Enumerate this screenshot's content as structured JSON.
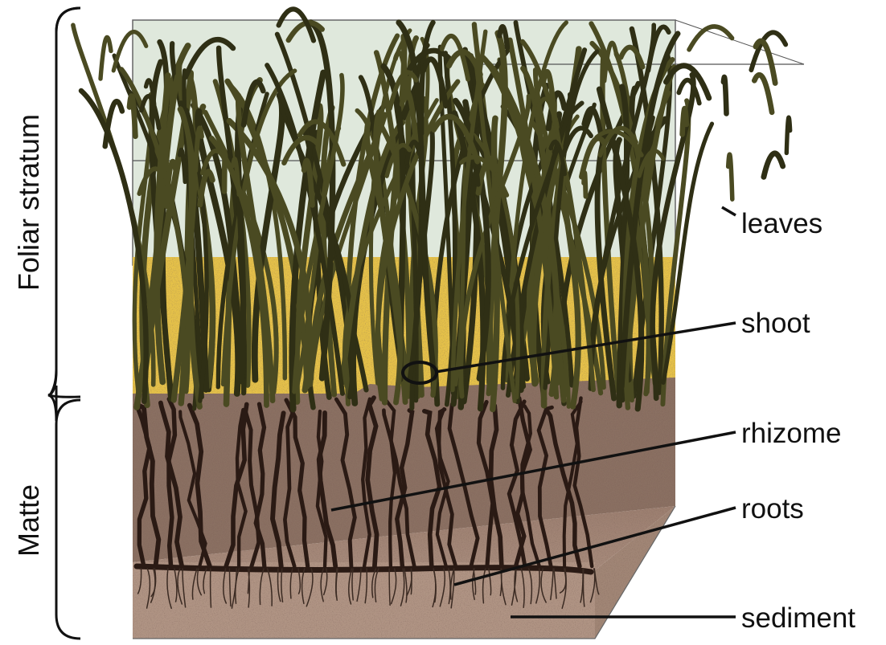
{
  "labels": {
    "leaves": "leaves",
    "shoot": "shoot",
    "rhizome": "rhizome",
    "roots": "roots",
    "sediment": "sediment"
  },
  "strata": {
    "foliar": "Foliar stratum",
    "matte": "Matte"
  },
  "colors": {
    "leaf": "#4a4a22",
    "leaf_dark": "#2f2f15",
    "water": "#dde6da",
    "sand": "#e7c24b",
    "matte": "#8a7060",
    "sediment": "#a68a7c",
    "rhizome": "#2a1a14",
    "line": "#111111"
  }
}
